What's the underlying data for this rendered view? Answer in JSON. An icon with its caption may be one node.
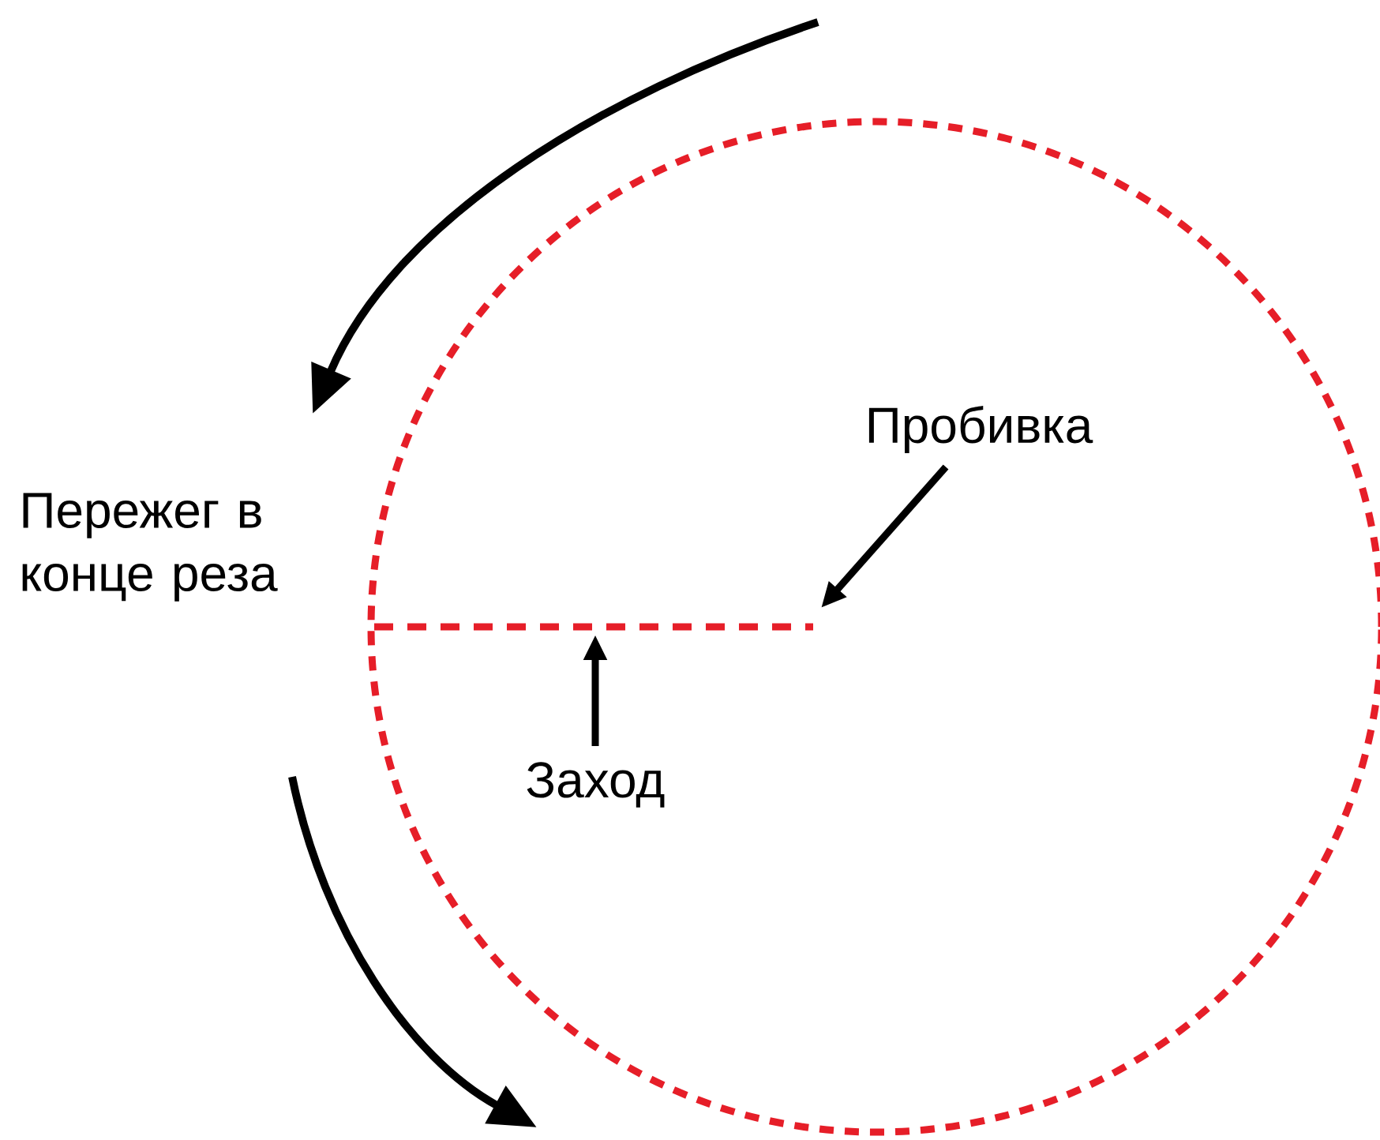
{
  "diagram": {
    "nodes": [
      {
        "text": [
          "Пробивка"
        ]
      },
      {
        "text": [
          "Заход"
        ]
      }
    ],
    "edges": [
      {
        "from": 0,
        "to": null,
        "arrow": "to"
      },
      {
        "from": 1,
        "to": null,
        "arrow": "to"
      }
    ],
    "labels": [
      "Пережег в конце реза"
    ]
  }
}
